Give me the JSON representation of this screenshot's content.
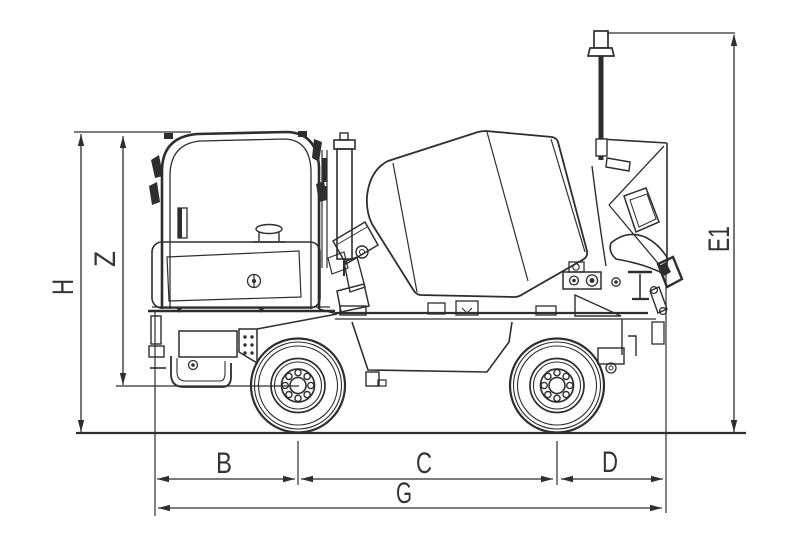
{
  "diagram": {
    "subject": "self-loading concrete mixer truck side view dimension drawing",
    "colors": {
      "background": "#ffffff",
      "line": "#2e2e2e",
      "label": "#32363c"
    },
    "labels": {
      "h": "H",
      "z": "Z",
      "e1": "E1",
      "b": "B",
      "c": "C",
      "d": "D",
      "g": "G"
    }
  }
}
